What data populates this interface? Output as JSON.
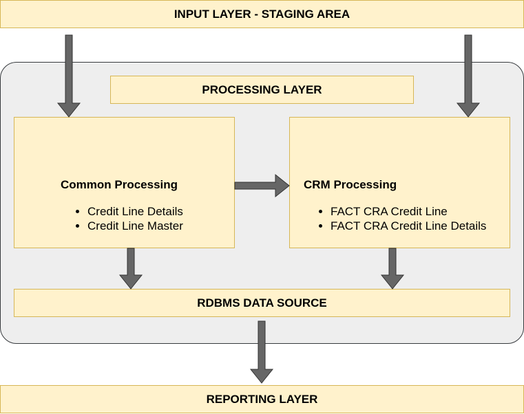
{
  "input_layer": {
    "label": "INPUT LAYER - STAGING AREA"
  },
  "processing_layer": {
    "label": "PROCESSING LAYER"
  },
  "common_processing": {
    "title": "Common Processing",
    "items": [
      "Credit Line Details",
      "Credit Line Master"
    ]
  },
  "crm_processing": {
    "title": "CRM Processing",
    "items": [
      "FACT CRA Credit Line",
      "FACT CRA Credit Line Details"
    ]
  },
  "rdbms_data_source": {
    "label": "RDBMS DATA SOURCE"
  },
  "reporting_layer": {
    "label": "REPORTING LAYER"
  },
  "colors": {
    "box_fill": "#fff2cc",
    "box_border": "#d6b656",
    "container_fill": "#eeeeee",
    "container_border": "#36393d",
    "arrow_fill": "#666666",
    "arrow_stroke": "#333333"
  }
}
